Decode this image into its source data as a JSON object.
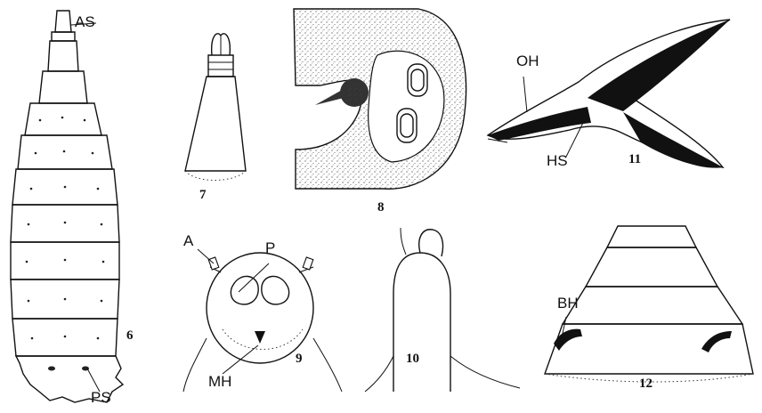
{
  "labels": {
    "as": "AS",
    "ps": "PS",
    "oh": "OH",
    "hs": "HS",
    "a": "A",
    "p": "P",
    "mh": "MH",
    "bh": "BH"
  },
  "figure_numbers": {
    "fig6": "6",
    "fig7": "7",
    "fig8": "8",
    "fig9": "9",
    "fig10": "10",
    "fig11": "11",
    "fig12": "12"
  }
}
